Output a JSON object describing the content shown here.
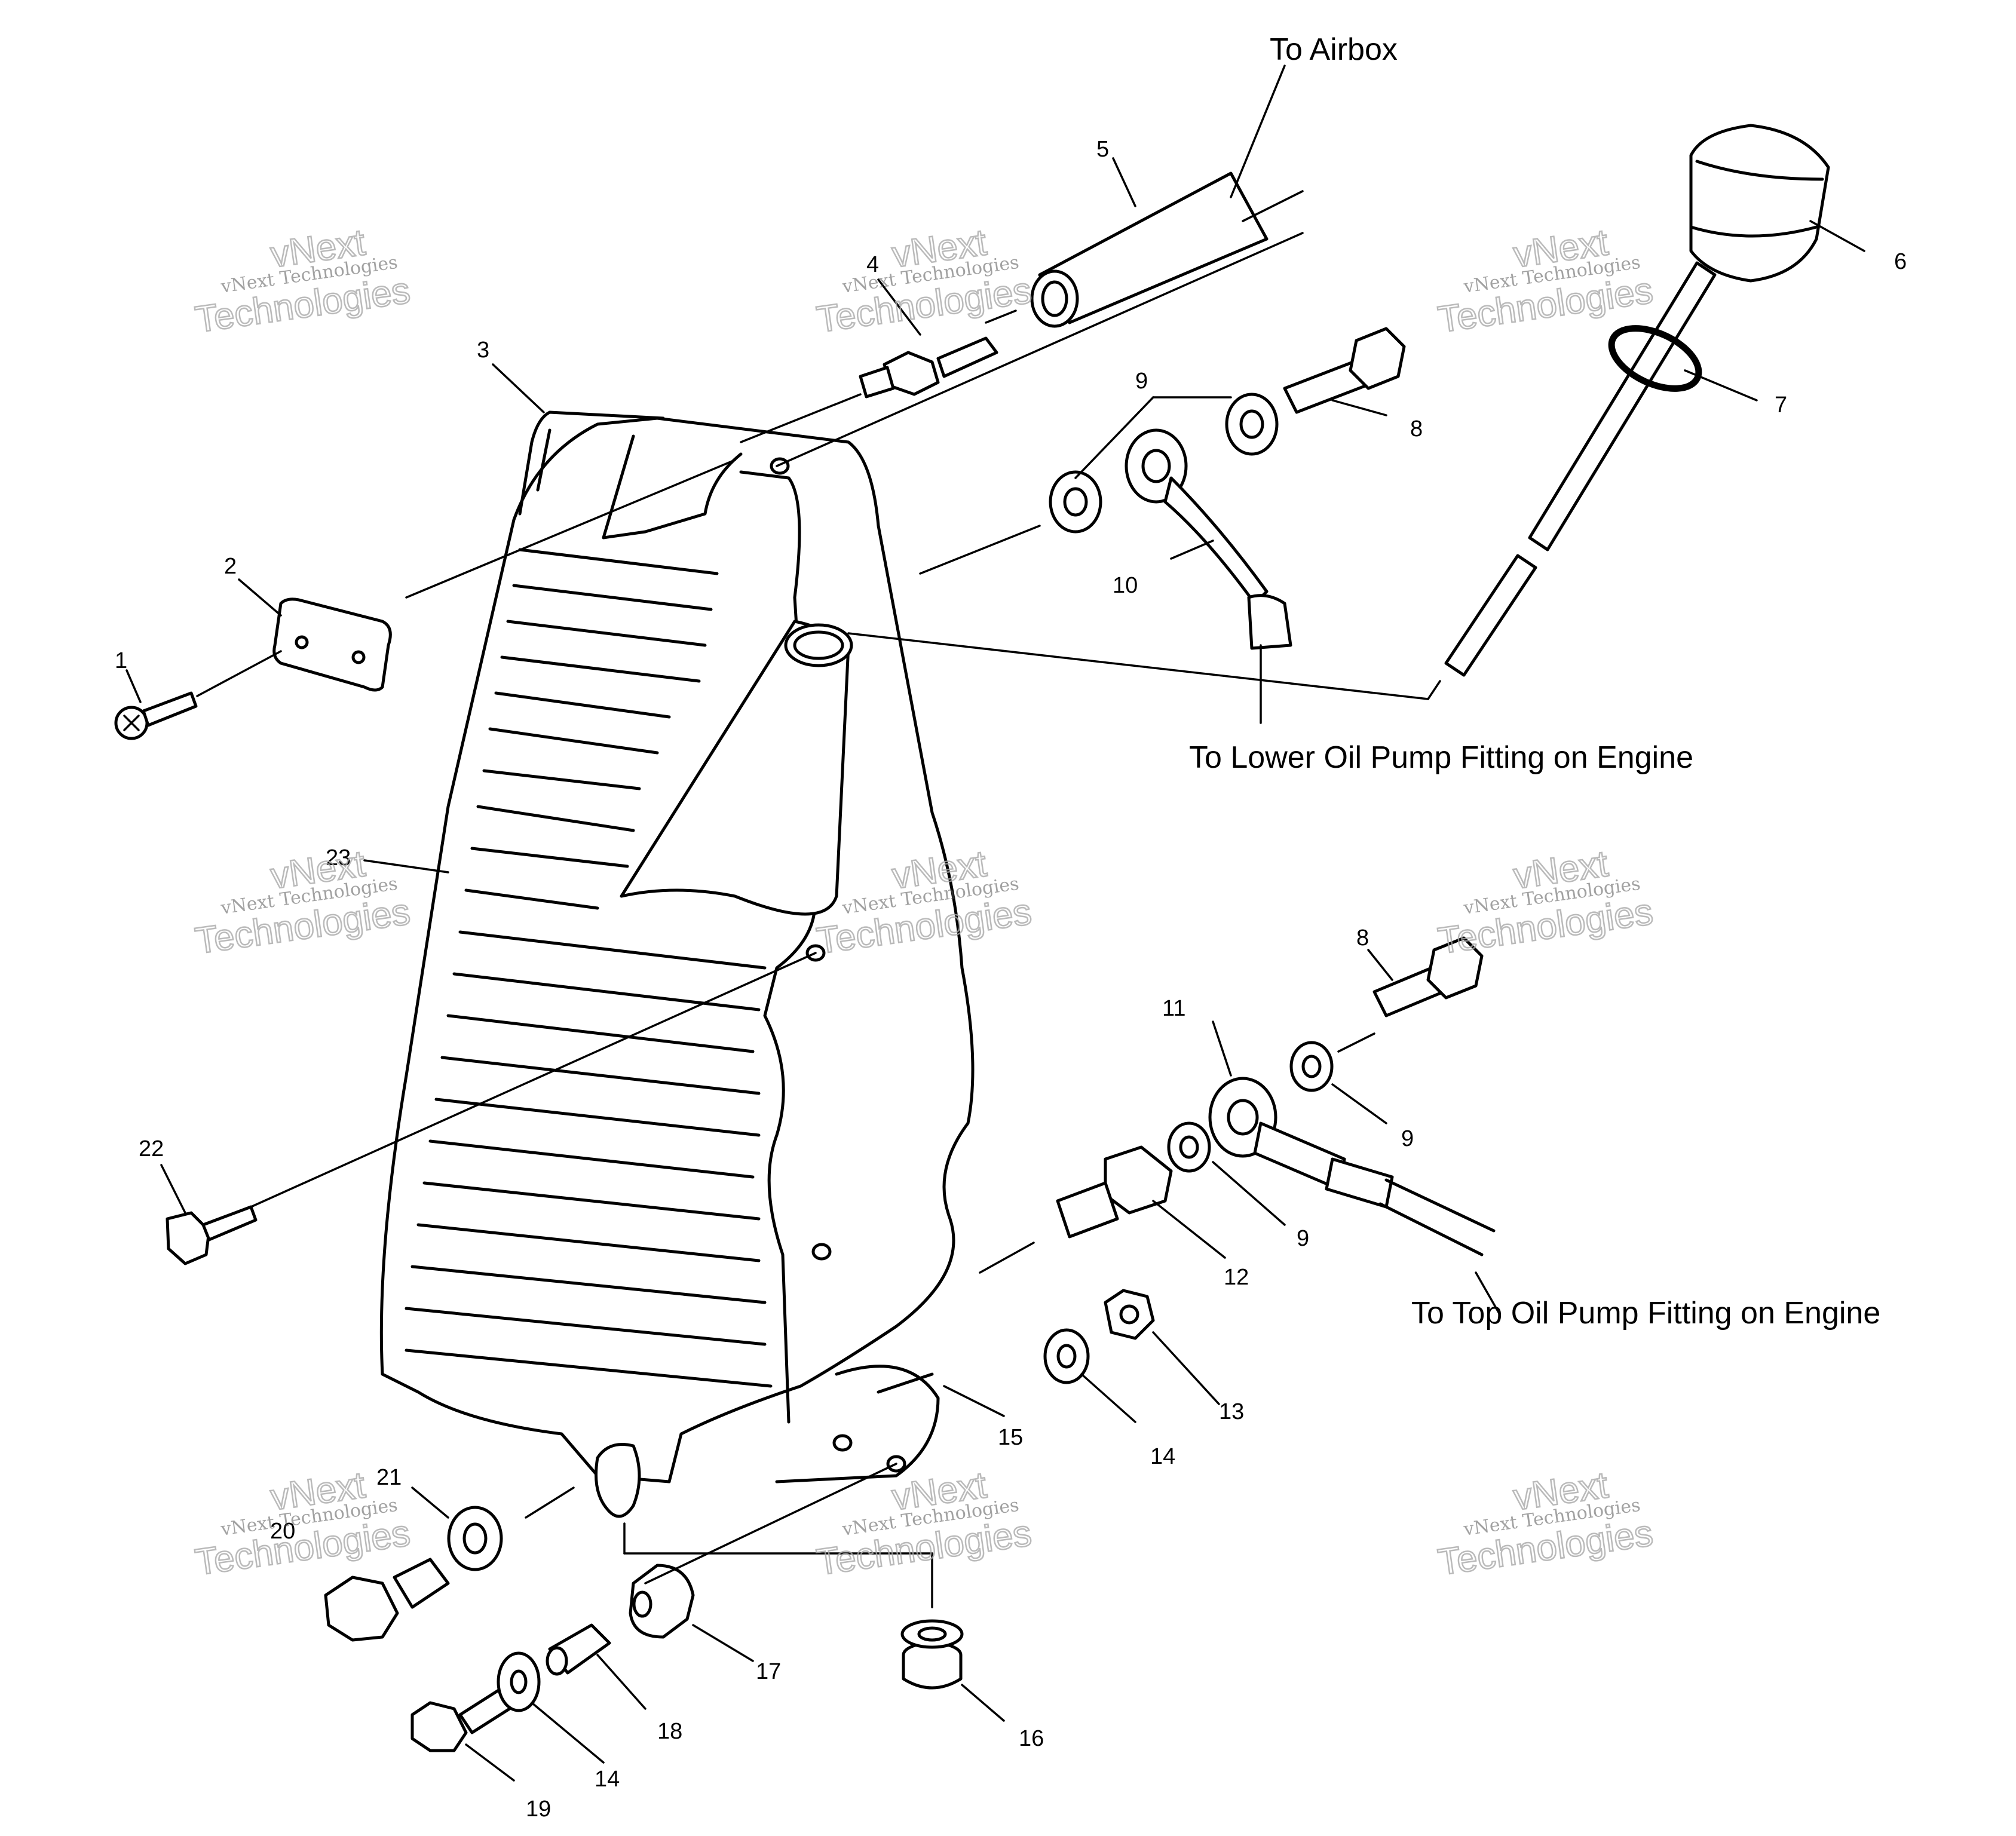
{
  "callouts": {
    "c1": "1",
    "c2": "2",
    "c3": "3",
    "c4": "4",
    "c5": "5",
    "c6": "6",
    "c7": "7",
    "c8a": "8",
    "c8b": "8",
    "c9a": "9",
    "c9b": "9",
    "c9c": "9",
    "c10": "10",
    "c11": "11",
    "c12": "12",
    "c13": "13",
    "c14a": "14",
    "c14b": "14",
    "c15": "15",
    "c16": "16",
    "c17": "17",
    "c18": "18",
    "c19": "19",
    "c20": "20",
    "c21": "21",
    "c22": "22",
    "c23": "23"
  },
  "notes": {
    "airbox": "To Airbox",
    "lower_pump": "To Lower Oil Pump Fitting on Engine",
    "top_pump": "To Top Oil Pump Fitting on Engine"
  },
  "watermark": {
    "line1": "vNext Technologies",
    "line2": "vNext",
    "line3": "Technologies"
  },
  "colors": {
    "ink": "#000000",
    "background": "#ffffff",
    "watermark": "#aaaaaa"
  }
}
